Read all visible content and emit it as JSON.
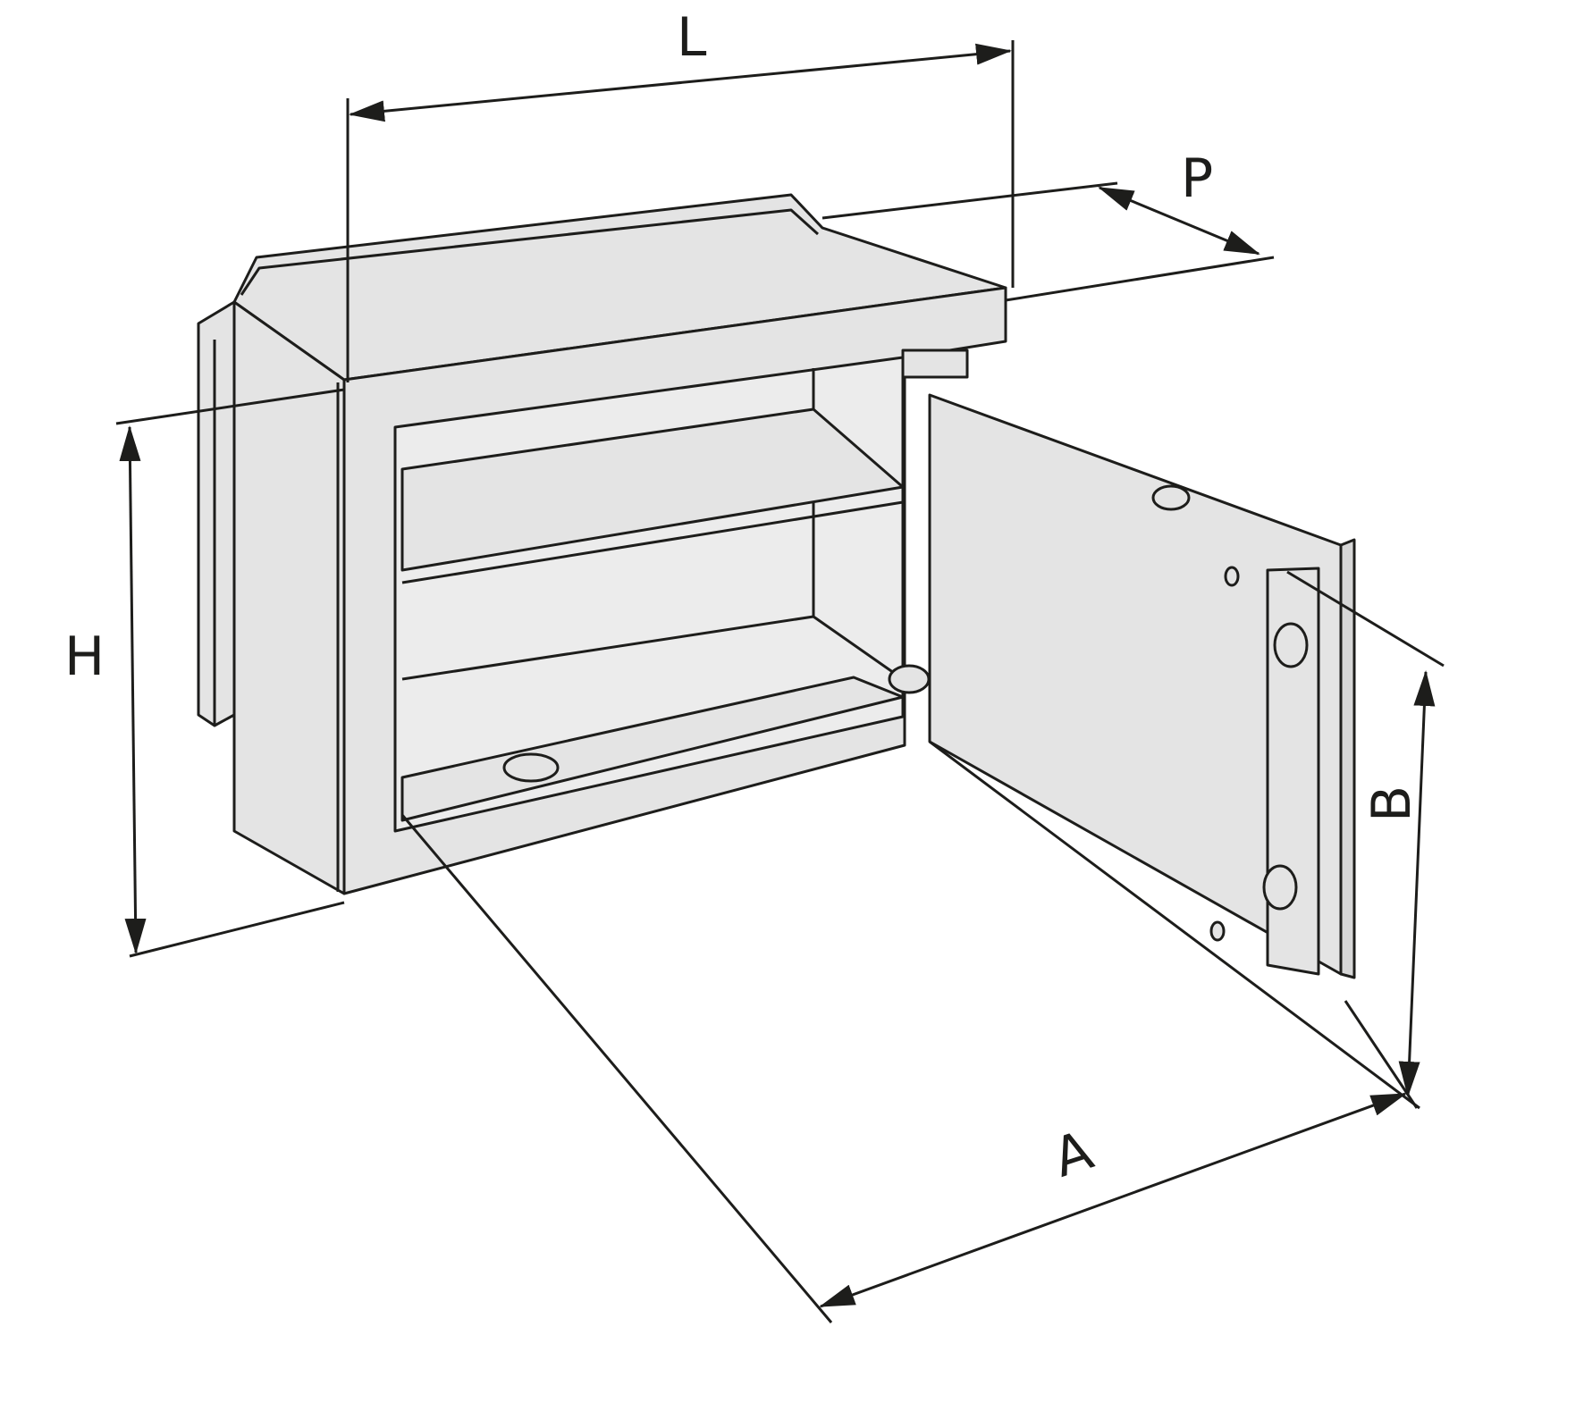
{
  "colors": {
    "stroke": "#1d1d1b",
    "fill": "#e4e4e4",
    "fill_dark": "#d6d6d6",
    "background": "#ffffff"
  },
  "dimensions": {
    "L": "L",
    "P": "P",
    "H": "H",
    "B": "B",
    "A": "A"
  }
}
